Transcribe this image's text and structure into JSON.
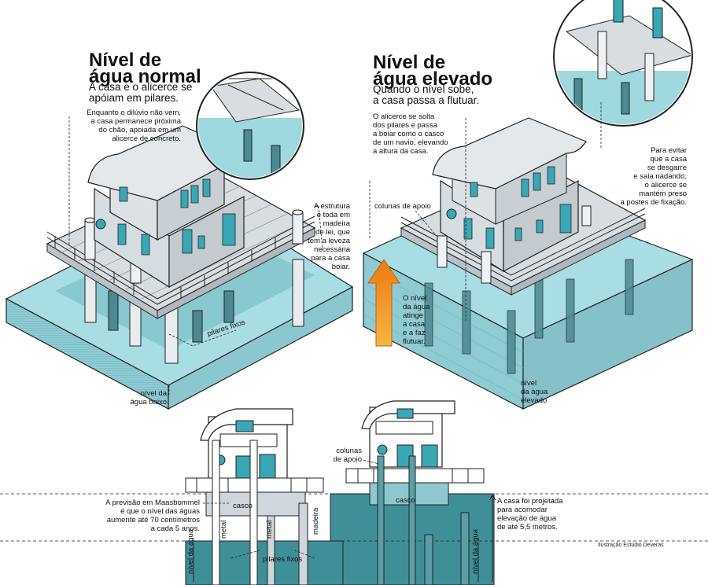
{
  "panel_normal": {
    "title_line1": "Nível de",
    "title_line2": "água normal",
    "subtitle_line1": "A casa e o alicerce se",
    "subtitle_line2": "apóiam em pilares.",
    "note_line1": "Enquanto o dilúvio não vem,",
    "note_line2": "a casa permanece próxima",
    "note_line3": "do chão, apoiada em um",
    "note_line4": "alicerce de concreto.",
    "structure_line1": "A estrutura",
    "structure_line2": "é toda em",
    "structure_line3": "madeira",
    "structure_line4": "de lei, que",
    "structure_line5": "tem a leveza",
    "structure_line6": "necessária",
    "structure_line7": "para a casa",
    "structure_line8": "boiar.",
    "pillars_label": "pilares fixos",
    "level_line1": "nível da",
    "level_line2": "água baixo"
  },
  "panel_elevated": {
    "title_line1": "Nível de",
    "title_line2": "água elevado",
    "subtitle_line1": "Quando o nível sobe,",
    "subtitle_line2": "a casa passa a flutuar.",
    "note_line1": "O alicerce se solta",
    "note_line2": "dos pilares e passa",
    "note_line3": "a boiar como o casco",
    "note_line4": "de um navio, elevando",
    "note_line5": "a altura da casa.",
    "columns_label": "colunas de apoio",
    "arrow_line1": "O nível",
    "arrow_line2": "da água",
    "arrow_line3": "atinge",
    "arrow_line4": "a casa",
    "arrow_line5": "e a faz",
    "arrow_line6": "flutuar.",
    "tether_line1": "Para evitar",
    "tether_line2": "que a casa",
    "tether_line3": "se desgarre",
    "tether_line4": "e saia nadando,",
    "tether_line5": "o alicerce se",
    "tether_line6": "mantém preso",
    "tether_line7": "a postes de fixação.",
    "level_line1": "nível",
    "level_line2": "da água",
    "level_line3": "elevado"
  },
  "section": {
    "forecast_line1": "A previsão em Maasbommel",
    "forecast_line2": "é que o nível das águas",
    "forecast_line3": "aumente até 70 centímetros",
    "forecast_line4": "a cada 5 anos.",
    "hull_label": "casco",
    "hull_label_2": "casco",
    "metal_label": "metal",
    "metal_label_2": "metal",
    "wood_label": "madeira",
    "water_level_label": "nível da água",
    "water_level_label_2": "nível da água",
    "pillars_label": "pilares fixos",
    "columns_line1": "colunas",
    "columns_line2": "de apoio",
    "design_line1": "A casa foi projetada",
    "design_line2": "para acomodar",
    "design_line3": "elevação de água",
    "design_line4": "de até 5,5 metros.",
    "credit": "Ilustração Estúdio Deveras"
  },
  "colors": {
    "water": "#9fd8df",
    "water_dark": "#5fb3bd",
    "section_water": "#3f8f98",
    "house_body": "#cfd6dc",
    "window": "#3aa7b4",
    "arrow": "#f39a1e"
  }
}
